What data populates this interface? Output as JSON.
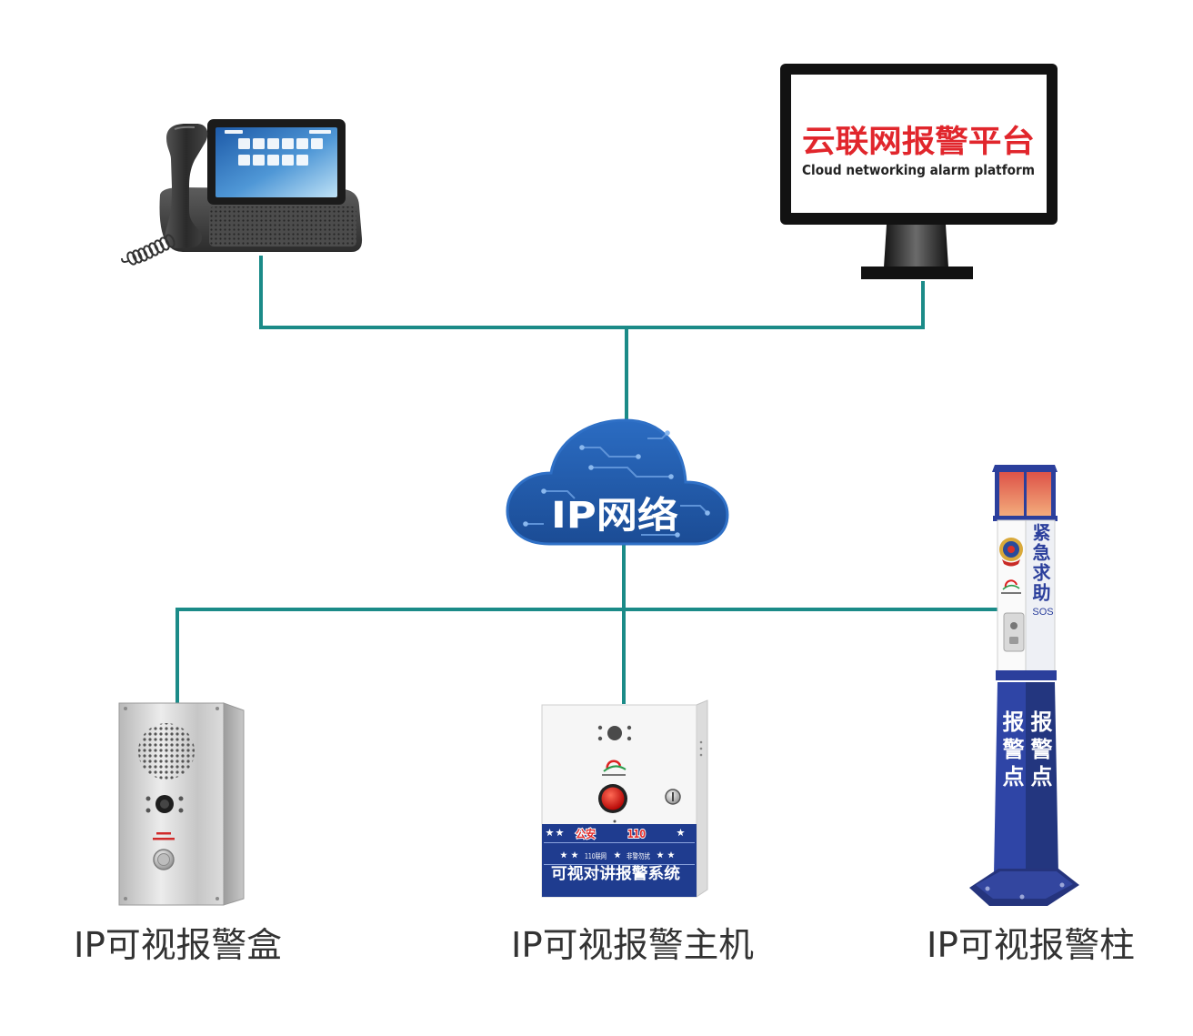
{
  "platform": {
    "title": "云联网报警平台",
    "subtitle": "Cloud networking alarm platform"
  },
  "network": {
    "label": "IP网络"
  },
  "devices": {
    "alarm_box": {
      "label": "IP可视报警盒"
    },
    "alarm_host": {
      "label": "IP可视报警主机",
      "band": {
        "police": "公安",
        "number": "110",
        "network_note": "110联网",
        "warning_note": "非警勿扰",
        "system_name": "可视对讲报警系统"
      }
    },
    "alarm_post": {
      "label": "IP可视报警柱",
      "help_text": "紧急求助",
      "sos": "SOS",
      "front_text": "报警点",
      "side_text": "报警点"
    }
  },
  "icons": {
    "terminal": "desk-phone-icon",
    "platform": "monitor-icon",
    "network": "cloud-icon"
  },
  "colors": {
    "link_line": "#1b8b88",
    "platform_title": "#e1262c",
    "label_text": "#333333",
    "post_blue": "#2b3f9c",
    "host_band": "#1f3c8f"
  }
}
